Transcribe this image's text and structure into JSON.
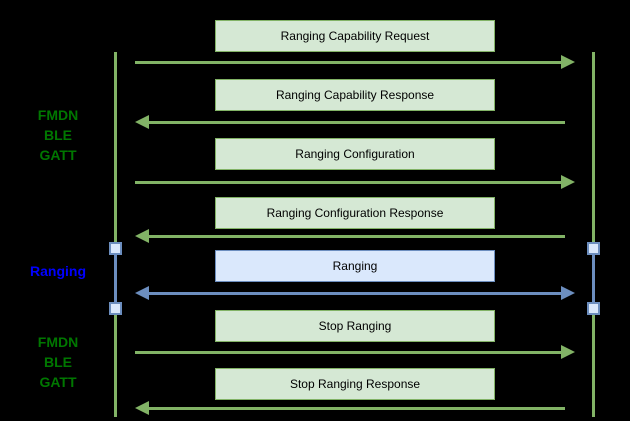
{
  "colors": {
    "canvas_bg": "#000000",
    "green_stroke": "#82b366",
    "green_fill": "#d5e8d4",
    "blue_stroke": "#6c8ebf",
    "blue_fill": "#dae8fc",
    "label_green": "#007700",
    "label_blue": "#0000ff",
    "box_text": "#000000"
  },
  "side_labels": [
    {
      "lines": [
        "FMDN",
        "BLE",
        "GATT"
      ],
      "theme": "green"
    },
    {
      "lines": [
        "Ranging"
      ],
      "theme": "blue"
    },
    {
      "lines": [
        "FMDN",
        "BLE",
        "GATT"
      ],
      "theme": "green"
    }
  ],
  "messages": [
    {
      "label": "Ranging Capability Request",
      "direction": "right",
      "theme": "green"
    },
    {
      "label": "Ranging Capability Response",
      "direction": "left",
      "theme": "green"
    },
    {
      "label": "Ranging Configuration",
      "direction": "right",
      "theme": "green"
    },
    {
      "label": "Ranging Configuration Response",
      "direction": "left",
      "theme": "green"
    },
    {
      "label": "Ranging",
      "direction": "both",
      "theme": "blue"
    },
    {
      "label": "Stop Ranging",
      "direction": "right",
      "theme": "green"
    },
    {
      "label": "Stop Ranging Response",
      "direction": "left",
      "theme": "green"
    }
  ]
}
